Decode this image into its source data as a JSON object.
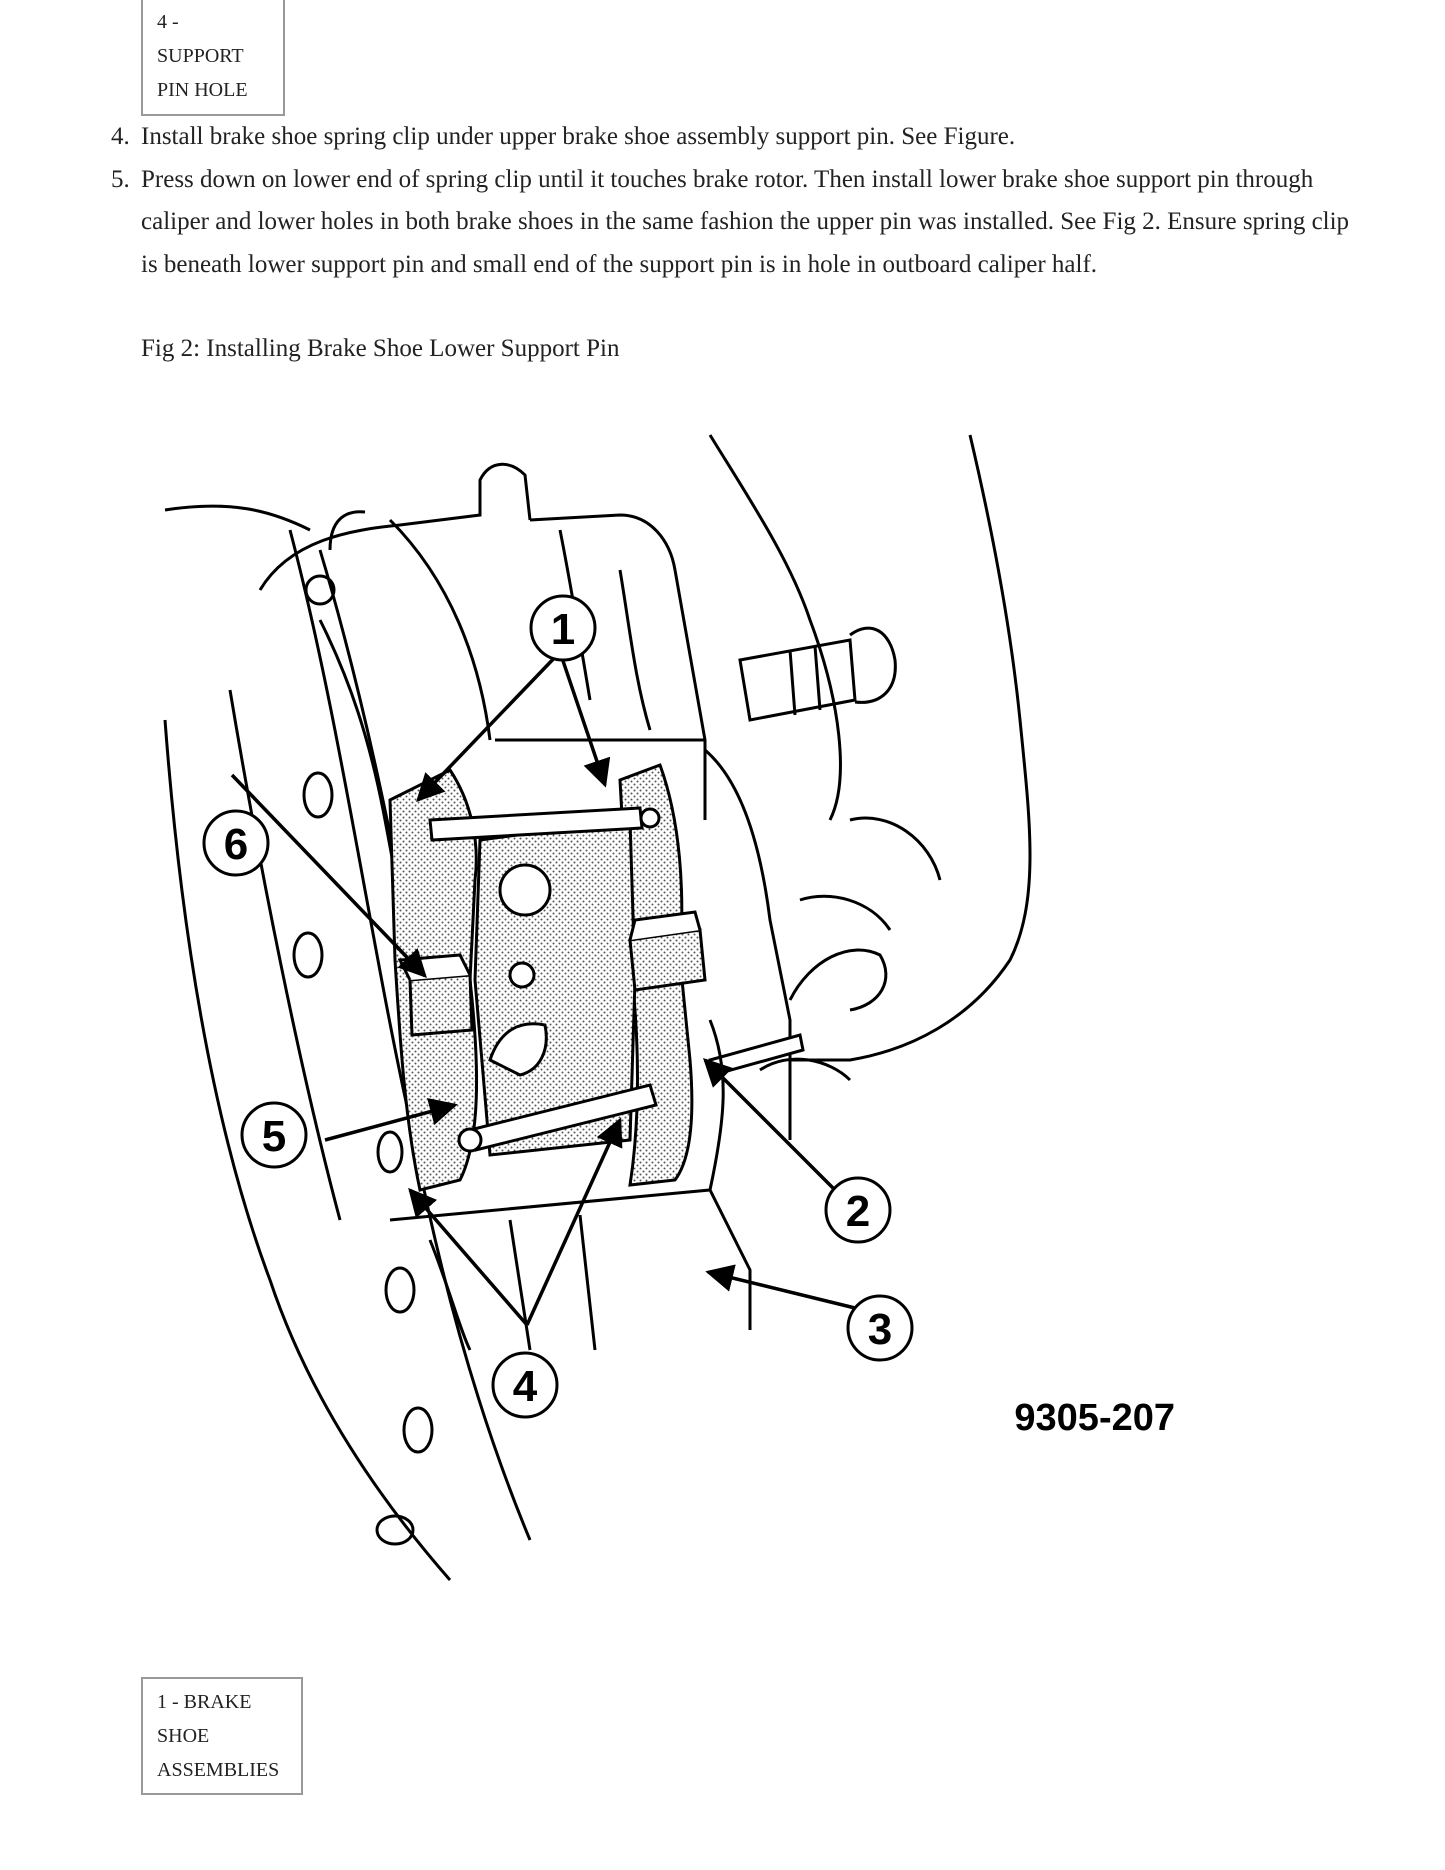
{
  "legend_top": {
    "lines": [
      "4 -",
      "SUPPORT",
      "PIN HOLE"
    ]
  },
  "steps": [
    {
      "number": "4.",
      "text": "Install brake shoe spring clip under upper brake shoe assembly support pin. See Figure."
    },
    {
      "number": "5.",
      "text": "Press down on lower end of spring clip until it touches brake rotor. Then install lower brake shoe support pin through caliper and lower holes in both brake shoes in the same fashion the upper pin was installed. See Fig 2. Ensure spring clip is beneath lower support pin and small end of the support pin is in hole in outboard caliper half."
    }
  ],
  "figure": {
    "caption": "Fig 2: Installing Brake Shoe Lower Support Pin",
    "code": "9305-207",
    "callouts": [
      "1",
      "2",
      "3",
      "4",
      "5",
      "6"
    ]
  },
  "legend_bottom": {
    "lines": [
      "1 - BRAKE",
      "SHOE",
      "ASSEMBLIES"
    ]
  }
}
